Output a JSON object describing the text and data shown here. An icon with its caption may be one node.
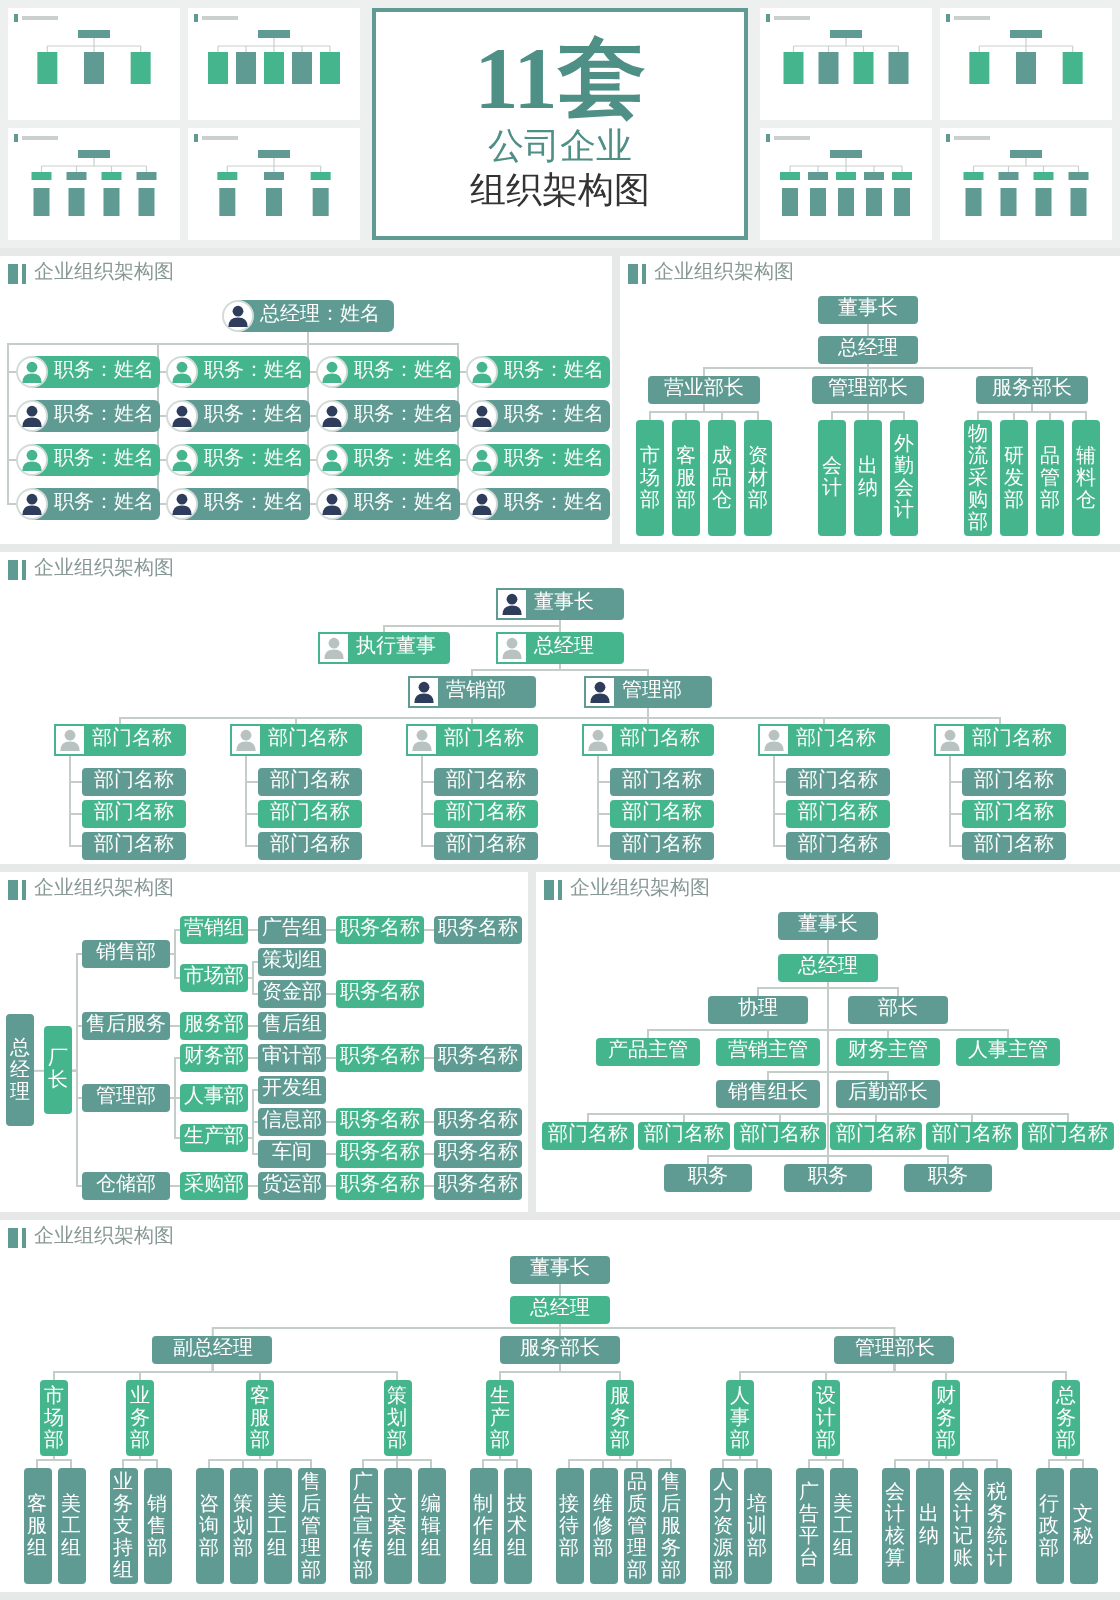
{
  "diagram": {
    "nodes": [
      {
        "text": [
          "11套",
          "公司企业",
          "组织架构图"
        ]
      },
      {
        "text": [
          "企业组织架构图"
        ]
      },
      {
        "text": [
          "总经理：姓名"
        ],
        "in": 1
      },
      {
        "text": [
          "职务：姓名"
        ],
        "in": 1
      },
      {
        "text": [
          "职务：姓名"
        ],
        "in": 1
      },
      {
        "text": [
          "职务：姓名"
        ],
        "in": 1
      },
      {
        "text": [
          "职务：姓名"
        ],
        "in": 1
      },
      {
        "text": [
          "职务：姓名"
        ],
        "in": 1
      },
      {
        "text": [
          "职务：姓名"
        ],
        "in": 1
      },
      {
        "text": [
          "职务：姓名"
        ],
        "in": 1
      },
      {
        "text": [
          "职务：姓名"
        ],
        "in": 1
      },
      {
        "text": [
          "职务：姓名"
        ],
        "in": 1
      },
      {
        "text": [
          "职务：姓名"
        ],
        "in": 1
      },
      {
        "text": [
          "职务：姓名"
        ],
        "in": 1
      },
      {
        "text": [
          "职务：姓名"
        ],
        "in": 1
      },
      {
        "text": [
          "职务：姓名"
        ],
        "in": 1
      },
      {
        "text": [
          "职务：姓名"
        ],
        "in": 1
      },
      {
        "text": [
          "职务：姓名"
        ],
        "in": 1
      },
      {
        "text": [
          "职务：姓名"
        ],
        "in": 1
      },
      {
        "text": [
          "企业组织架构图"
        ]
      },
      {
        "text": [
          "董事长"
        ],
        "in": 19
      },
      {
        "text": [
          "总经理"
        ],
        "in": 19
      },
      {
        "text": [
          "营业部长"
        ],
        "in": 19
      },
      {
        "text": [
          "管理部长"
        ],
        "in": 19
      },
      {
        "text": [
          "服务部长"
        ],
        "in": 19
      },
      {
        "text": [
          "市场部"
        ],
        "in": 19
      },
      {
        "text": [
          "客服部"
        ],
        "in": 19
      },
      {
        "text": [
          "成品仓"
        ],
        "in": 19
      },
      {
        "text": [
          "资材部"
        ],
        "in": 19
      },
      {
        "text": [
          "会计"
        ],
        "in": 19
      },
      {
        "text": [
          "出纳"
        ],
        "in": 19
      },
      {
        "text": [
          "外勤会计"
        ],
        "in": 19
      },
      {
        "text": [
          "物流采购部"
        ],
        "in": 19
      },
      {
        "text": [
          "研发部"
        ],
        "in": 19
      },
      {
        "text": [
          "品管部"
        ],
        "in": 19
      },
      {
        "text": [
          "辅料仓"
        ],
        "in": 19
      },
      {
        "text": [
          "企业组织架构图"
        ]
      },
      {
        "text": [
          "董事长"
        ],
        "in": 36
      },
      {
        "text": [
          "执行董事"
        ],
        "in": 36
      },
      {
        "text": [
          "总经理"
        ],
        "in": 36
      },
      {
        "text": [
          "营销部"
        ],
        "in": 36
      },
      {
        "text": [
          "管理部"
        ],
        "in": 36
      },
      {
        "text": [
          "部门名称"
        ],
        "in": 36
      },
      {
        "text": [
          "部门名称"
        ],
        "in": 36
      },
      {
        "text": [
          "部门名称"
        ],
        "in": 36
      },
      {
        "text": [
          "部门名称"
        ],
        "in": 36
      },
      {
        "text": [
          "部门名称"
        ],
        "in": 36
      },
      {
        "text": [
          "部门名称"
        ],
        "in": 36
      },
      {
        "text": [
          "部门名称"
        ],
        "in": 36
      },
      {
        "text": [
          "部门名称"
        ],
        "in": 36
      },
      {
        "text": [
          "部门名称"
        ],
        "in": 36
      },
      {
        "text": [
          "部门名称"
        ],
        "in": 36
      },
      {
        "text": [
          "部门名称"
        ],
        "in": 36
      },
      {
        "text": [
          "部门名称"
        ],
        "in": 36
      },
      {
        "text": [
          "部门名称"
        ],
        "in": 36
      },
      {
        "text": [
          "部门名称"
        ],
        "in": 36
      },
      {
        "text": [
          "部门名称"
        ],
        "in": 36
      },
      {
        "text": [
          "部门名称"
        ],
        "in": 36
      },
      {
        "text": [
          "部门名称"
        ],
        "in": 36
      },
      {
        "text": [
          "部门名称"
        ],
        "in": 36
      },
      {
        "text": [
          "部门名称"
        ],
        "in": 36
      },
      {
        "text": [
          "部门名称"
        ],
        "in": 36
      },
      {
        "text": [
          "部门名称"
        ],
        "in": 36
      },
      {
        "text": [
          "部门名称"
        ],
        "in": 36
      },
      {
        "text": [
          "部门名称"
        ],
        "in": 36
      },
      {
        "text": [
          "部门名称"
        ],
        "in": 36
      },
      {
        "text": [
          "企业组织架构图"
        ]
      },
      {
        "text": [
          "总经理"
        ],
        "in": 66
      },
      {
        "text": [
          "厂长"
        ],
        "in": 66
      },
      {
        "text": [
          "销售部"
        ],
        "in": 66
      },
      {
        "text": [
          "售后服务"
        ],
        "in": 66
      },
      {
        "text": [
          "管理部"
        ],
        "in": 66
      },
      {
        "text": [
          "仓储部"
        ],
        "in": 66
      },
      {
        "text": [
          "营销组"
        ],
        "in": 66
      },
      {
        "text": [
          "市场部"
        ],
        "in": 66
      },
      {
        "text": [
          "服务部"
        ],
        "in": 66
      },
      {
        "text": [
          "财务部"
        ],
        "in": 66
      },
      {
        "text": [
          "人事部"
        ],
        "in": 66
      },
      {
        "text": [
          "生产部"
        ],
        "in": 66
      },
      {
        "text": [
          "采购部"
        ],
        "in": 66
      },
      {
        "text": [
          "广告组"
        ],
        "in": 66
      },
      {
        "text": [
          "策划组"
        ],
        "in": 66
      },
      {
        "text": [
          "资金部"
        ],
        "in": 66
      },
      {
        "text": [
          "售后组"
        ],
        "in": 66
      },
      {
        "text": [
          "审计部"
        ],
        "in": 66
      },
      {
        "text": [
          "开发组"
        ],
        "in": 66
      },
      {
        "text": [
          "信息部"
        ],
        "in": 66
      },
      {
        "text": [
          "车间"
        ],
        "in": 66
      },
      {
        "text": [
          "货运部"
        ],
        "in": 66
      },
      {
        "text": [
          "职务名称"
        ],
        "in": 66
      },
      {
        "text": [
          "职务名称"
        ],
        "in": 66
      },
      {
        "text": [
          "职务名称"
        ],
        "in": 66
      },
      {
        "text": [
          "职务名称"
        ],
        "in": 66
      },
      {
        "text": [
          "职务名称"
        ],
        "in": 66
      },
      {
        "text": [
          "职务名称"
        ],
        "in": 66
      },
      {
        "text": [
          "职务名称"
        ],
        "in": 66
      },
      {
        "text": [
          "职务名称"
        ],
        "in": 66
      },
      {
        "text": [
          "职务名称"
        ],
        "in": 66
      },
      {
        "text": [
          "职务名称"
        ],
        "in": 66
      },
      {
        "text": [
          "职务名称"
        ],
        "in": 66
      },
      {
        "text": [
          "企业组织架构图"
        ]
      },
      {
        "text": [
          "董事长"
        ],
        "in": 100
      },
      {
        "text": [
          "总经理"
        ],
        "in": 100
      },
      {
        "text": [
          "副总经理"
        ],
        "in": 100
      },
      {
        "text": [
          "服务部长"
        ],
        "in": 100
      },
      {
        "text": [
          "管理部长"
        ],
        "in": 100
      },
      {
        "text": [
          "市场部"
        ],
        "in": 100
      },
      {
        "text": [
          "业务部"
        ],
        "in": 100
      },
      {
        "text": [
          "客服部"
        ],
        "in": 100
      },
      {
        "text": [
          "策划部"
        ],
        "in": 100
      },
      {
        "text": [
          "生产部"
        ],
        "in": 100
      },
      {
        "text": [
          "服务部"
        ],
        "in": 100
      },
      {
        "text": [
          "人事部"
        ],
        "in": 100
      },
      {
        "text": [
          "设计部"
        ],
        "in": 100
      },
      {
        "text": [
          "财务部"
        ],
        "in": 100
      },
      {
        "text": [
          "总务部"
        ],
        "in": 100
      },
      {
        "text": [
          "客服组"
        ],
        "in": 100
      },
      {
        "text": [
          "美工组"
        ],
        "in": 100
      },
      {
        "text": [
          "业务支持组"
        ],
        "in": 100
      },
      {
        "text": [
          "销售部"
        ],
        "in": 100
      },
      {
        "text": [
          "咨询部"
        ],
        "in": 100
      },
      {
        "text": [
          "策划部"
        ],
        "in": 100
      },
      {
        "text": [
          "美工组"
        ],
        "in": 100
      },
      {
        "text": [
          "售后管理部"
        ],
        "in": 100
      },
      {
        "text": [
          "广告宣传部"
        ],
        "in": 100
      },
      {
        "text": [
          "文案组"
        ],
        "in": 100
      },
      {
        "text": [
          "编辑组"
        ],
        "in": 100
      },
      {
        "text": [
          "制作组"
        ],
        "in": 100
      },
      {
        "text": [
          "技术组"
        ],
        "in": 100
      },
      {
        "text": [
          "接待部"
        ],
        "in": 100
      },
      {
        "text": [
          "维修部"
        ],
        "in": 100
      },
      {
        "text": [
          "品质管理部"
        ],
        "in": 100
      },
      {
        "text": [
          "售后服务部"
        ],
        "in": 100
      },
      {
        "text": [
          "人力资源部"
        ],
        "in": 100
      },
      {
        "text": [
          "培训部"
        ],
        "in": 100
      },
      {
        "text": [
          "广告平台"
        ],
        "in": 100
      },
      {
        "text": [
          "美工组"
        ],
        "in": 100
      },
      {
        "text": [
          "会计核算"
        ],
        "in": 100
      },
      {
        "text": [
          "出纳"
        ],
        "in": 100
      },
      {
        "text": [
          "会计记账"
        ],
        "in": 100
      },
      {
        "text": [
          "税务统计"
        ],
        "in": 100
      },
      {
        "text": [
          "行政部"
        ],
        "in": 100
      },
      {
        "text": [
          "文秘"
        ],
        "in": 100
      },
      {
        "text": [
          "企业组织架构图"
        ]
      },
      {
        "text": [
          "董事长"
        ],
        "in": 143
      },
      {
        "text": [
          "总经理"
        ],
        "in": 143
      },
      {
        "text": [
          "协理"
        ],
        "in": 143
      },
      {
        "text": [
          "部长"
        ],
        "in": 143
      },
      {
        "text": [
          "产品主管"
        ],
        "in": 143
      },
      {
        "text": [
          "营销主管"
        ],
        "in": 143
      },
      {
        "text": [
          "财务主管"
        ],
        "in": 143
      },
      {
        "text": [
          "人事主管"
        ],
        "in": 143
      },
      {
        "text": [
          "销售组长"
        ],
        "in": 143
      },
      {
        "text": [
          "后勤部长"
        ],
        "in": 143
      },
      {
        "text": [
          "部门名称"
        ],
        "in": 143
      },
      {
        "text": [
          "部门名称"
        ],
        "in": 143
      },
      {
        "text": [
          "部门名称"
        ],
        "in": 143
      },
      {
        "text": [
          "部门名称"
        ],
        "in": 143
      },
      {
        "text": [
          "部门名称"
        ],
        "in": 143
      },
      {
        "text": [
          "部门名称"
        ],
        "in": 143
      },
      {
        "text": [
          "职务"
        ],
        "in": 143
      },
      {
        "text": [
          "职务"
        ],
        "in": 143
      },
      {
        "text": [
          "职务"
        ],
        "in": 143
      }
    ],
    "edges": [
      {
        "from": 2,
        "to": 3,
        "arrow": "none"
      },
      {
        "from": 2,
        "to": 4,
        "arrow": "none"
      },
      {
        "from": 2,
        "to": 5,
        "arrow": "none"
      },
      {
        "from": 2,
        "to": 6,
        "arrow": "none"
      },
      {
        "from": 2,
        "to": 7,
        "arrow": "none"
      },
      {
        "from": 2,
        "to": 8,
        "arrow": "none"
      },
      {
        "from": 2,
        "to": 9,
        "arrow": "none"
      },
      {
        "from": 2,
        "to": 10,
        "arrow": "none"
      },
      {
        "from": 2,
        "to": 11,
        "arrow": "none"
      },
      {
        "from": 2,
        "to": 12,
        "arrow": "none"
      },
      {
        "from": 2,
        "to": 13,
        "arrow": "none"
      },
      {
        "from": 2,
        "to": 14,
        "arrow": "none"
      },
      {
        "from": 2,
        "to": 15,
        "arrow": "none"
      },
      {
        "from": 2,
        "to": 16,
        "arrow": "none"
      },
      {
        "from": 2,
        "to": 17,
        "arrow": "none"
      },
      {
        "from": 2,
        "to": 18,
        "arrow": "none"
      },
      {
        "from": 20,
        "to": 21,
        "arrow": "none"
      },
      {
        "from": 21,
        "to": 22,
        "arrow": "none"
      },
      {
        "from": 21,
        "to": 23,
        "arrow": "none"
      },
      {
        "from": 21,
        "to": 24,
        "arrow": "none"
      },
      {
        "from": 22,
        "to": 25,
        "arrow": "none"
      },
      {
        "from": 22,
        "to": 26,
        "arrow": "none"
      },
      {
        "from": 22,
        "to": 27,
        "arrow": "none"
      },
      {
        "from": 22,
        "to": 28,
        "arrow": "none"
      },
      {
        "from": 23,
        "to": 29,
        "arrow": "none"
      },
      {
        "from": 23,
        "to": 30,
        "arrow": "none"
      },
      {
        "from": 23,
        "to": 31,
        "arrow": "none"
      },
      {
        "from": 24,
        "to": 32,
        "arrow": "none"
      },
      {
        "from": 24,
        "to": 33,
        "arrow": "none"
      },
      {
        "from": 24,
        "to": 34,
        "arrow": "none"
      },
      {
        "from": 24,
        "to": 35,
        "arrow": "none"
      },
      {
        "from": 37,
        "to": 38,
        "arrow": "none"
      },
      {
        "from": 37,
        "to": 39,
        "arrow": "none"
      },
      {
        "from": 39,
        "to": 40,
        "arrow": "none"
      },
      {
        "from": 39,
        "to": 41,
        "arrow": "none"
      },
      {
        "from": 41,
        "to": 42,
        "arrow": "none"
      },
      {
        "from": 41,
        "to": 43,
        "arrow": "none"
      },
      {
        "from": 41,
        "to": 44,
        "arrow": "none"
      },
      {
        "from": 41,
        "to": 45,
        "arrow": "none"
      },
      {
        "from": 41,
        "to": 46,
        "arrow": "none"
      },
      {
        "from": 41,
        "to": 47,
        "arrow": "none"
      },
      {
        "from": 42,
        "to": 48,
        "arrow": "none"
      },
      {
        "from": 42,
        "to": 54,
        "arrow": "none"
      },
      {
        "from": 42,
        "to": 60,
        "arrow": "none"
      },
      {
        "from": 43,
        "to": 49,
        "arrow": "none"
      },
      {
        "from": 43,
        "to": 55,
        "arrow": "none"
      },
      {
        "from": 43,
        "to": 61,
        "arrow": "none"
      },
      {
        "from": 44,
        "to": 50,
        "arrow": "none"
      },
      {
        "from": 44,
        "to": 56,
        "arrow": "none"
      },
      {
        "from": 44,
        "to": 62,
        "arrow": "none"
      },
      {
        "from": 45,
        "to": 51,
        "arrow": "none"
      },
      {
        "from": 45,
        "to": 57,
        "arrow": "none"
      },
      {
        "from": 45,
        "to": 63,
        "arrow": "none"
      },
      {
        "from": 46,
        "to": 52,
        "arrow": "none"
      },
      {
        "from": 46,
        "to": 58,
        "arrow": "none"
      },
      {
        "from": 46,
        "to": 64,
        "arrow": "none"
      },
      {
        "from": 47,
        "to": 53,
        "arrow": "none"
      },
      {
        "from": 47,
        "to": 59,
        "arrow": "none"
      },
      {
        "from": 47,
        "to": 65,
        "arrow": "none"
      },
      {
        "from": 67,
        "to": 68,
        "arrow": "none"
      },
      {
        "from": 68,
        "to": 69,
        "arrow": "none"
      },
      {
        "from": 68,
        "to": 70,
        "arrow": "none"
      },
      {
        "from": 68,
        "to": 71,
        "arrow": "none"
      },
      {
        "from": 68,
        "to": 72,
        "arrow": "none"
      },
      {
        "from": 69,
        "to": 73,
        "arrow": "none"
      },
      {
        "from": 69,
        "to": 74,
        "arrow": "none"
      },
      {
        "from": 70,
        "to": 75,
        "arrow": "none"
      },
      {
        "from": 71,
        "to": 76,
        "arrow": "none"
      },
      {
        "from": 71,
        "to": 77,
        "arrow": "none"
      },
      {
        "from": 71,
        "to": 78,
        "arrow": "none"
      },
      {
        "from": 72,
        "to": 79,
        "arrow": "none"
      },
      {
        "from": 73,
        "to": 80,
        "arrow": "none"
      },
      {
        "from": 74,
        "to": 81,
        "arrow": "none"
      },
      {
        "from": 74,
        "to": 82,
        "arrow": "none"
      },
      {
        "from": 75,
        "to": 83,
        "arrow": "none"
      },
      {
        "from": 76,
        "to": 84,
        "arrow": "none"
      },
      {
        "from": 78,
        "to": 85,
        "arrow": "none"
      },
      {
        "from": 78,
        "to": 86,
        "arrow": "none"
      },
      {
        "from": 78,
        "to": 87,
        "arrow": "none"
      },
      {
        "from": 79,
        "to": 88,
        "arrow": "none"
      },
      {
        "from": 80,
        "to": 89,
        "arrow": "none"
      },
      {
        "from": 82,
        "to": 90,
        "arrow": "none"
      },
      {
        "from": 84,
        "to": 91,
        "arrow": "none"
      },
      {
        "from": 86,
        "to": 92,
        "arrow": "none"
      },
      {
        "from": 87,
        "to": 93,
        "arrow": "none"
      },
      {
        "from": 88,
        "to": 94,
        "arrow": "none"
      },
      {
        "from": 89,
        "to": 95,
        "arrow": "none"
      },
      {
        "from": 91,
        "to": 96,
        "arrow": "none"
      },
      {
        "from": 92,
        "to": 97,
        "arrow": "none"
      },
      {
        "from": 93,
        "to": 98,
        "arrow": "none"
      },
      {
        "from": 94,
        "to": 99,
        "arrow": "none"
      },
      {
        "from": 101,
        "to": 102,
        "arrow": "none"
      },
      {
        "from": 102,
        "to": 103,
        "arrow": "none"
      },
      {
        "from": 102,
        "to": 104,
        "arrow": "none"
      },
      {
        "from": 102,
        "to": 105,
        "arrow": "none"
      },
      {
        "from": 103,
        "to": 106,
        "arrow": "none"
      },
      {
        "from": 103,
        "to": 107,
        "arrow": "none"
      },
      {
        "from": 103,
        "to": 108,
        "arrow": "none"
      },
      {
        "from": 103,
        "to": 109,
        "arrow": "none"
      },
      {
        "from": 104,
        "to": 110,
        "arrow": "none"
      },
      {
        "from": 104,
        "to": 111,
        "arrow": "none"
      },
      {
        "from": 105,
        "to": 112,
        "arrow": "none"
      },
      {
        "from": 105,
        "to": 113,
        "arrow": "none"
      },
      {
        "from": 105,
        "to": 114,
        "arrow": "none"
      },
      {
        "from": 105,
        "to": 115,
        "arrow": "none"
      },
      {
        "from": 106,
        "to": 116,
        "arrow": "none"
      },
      {
        "from": 106,
        "to": 117,
        "arrow": "none"
      },
      {
        "from": 107,
        "to": 118,
        "arrow": "none"
      },
      {
        "from": 107,
        "to": 119,
        "arrow": "none"
      },
      {
        "from": 108,
        "to": 120,
        "arrow": "none"
      },
      {
        "from": 108,
        "to": 121,
        "arrow": "none"
      },
      {
        "from": 108,
        "to": 122,
        "arrow": "none"
      },
      {
        "from": 108,
        "to": 123,
        "arrow": "none"
      },
      {
        "from": 109,
        "to": 124,
        "arrow": "none"
      },
      {
        "from": 109,
        "to": 125,
        "arrow": "none"
      },
      {
        "from": 109,
        "to": 126,
        "arrow": "none"
      },
      {
        "from": 110,
        "to": 127,
        "arrow": "none"
      },
      {
        "from": 110,
        "to": 128,
        "arrow": "none"
      },
      {
        "from": 111,
        "to": 129,
        "arrow": "none"
      },
      {
        "from": 111,
        "to": 130,
        "arrow": "none"
      },
      {
        "from": 111,
        "to": 131,
        "arrow": "none"
      },
      {
        "from": 111,
        "to": 132,
        "arrow": "none"
      },
      {
        "from": 112,
        "to": 133,
        "arrow": "none"
      },
      {
        "from": 112,
        "to": 134,
        "arrow": "none"
      },
      {
        "from": 113,
        "to": 135,
        "arrow": "none"
      },
      {
        "from": 113,
        "to": 136,
        "arrow": "none"
      },
      {
        "from": 114,
        "to": 137,
        "arrow": "none"
      },
      {
        "from": 114,
        "to": 138,
        "arrow": "none"
      },
      {
        "from": 114,
        "to": 139,
        "arrow": "none"
      },
      {
        "from": 114,
        "to": 140,
        "arrow": "none"
      },
      {
        "from": 115,
        "to": 141,
        "arrow": "none"
      },
      {
        "from": 115,
        "to": 142,
        "arrow": "none"
      },
      {
        "from": 144,
        "to": 145,
        "arrow": "none"
      },
      {
        "from": 145,
        "to": 146,
        "arrow": "none"
      },
      {
        "from": 145,
        "to": 147,
        "arrow": "none"
      },
      {
        "from": 145,
        "to": 148,
        "arrow": "none"
      },
      {
        "from": 145,
        "to": 149,
        "arrow": "none"
      },
      {
        "from": 145,
        "to": 150,
        "arrow": "none"
      },
      {
        "from": 145,
        "to": 151,
        "arrow": "none"
      },
      {
        "from": 145,
        "to": 152,
        "arrow": "none"
      },
      {
        "from": 145,
        "to": 153,
        "arrow": "none"
      },
      {
        "from": 145,
        "to": 154,
        "arrow": "none"
      },
      {
        "from": 145,
        "to": 155,
        "arrow": "none"
      },
      {
        "from": 145,
        "to": 156,
        "arrow": "none"
      },
      {
        "from": 145,
        "to": 157,
        "arrow": "none"
      },
      {
        "from": 145,
        "to": 158,
        "arrow": "none"
      },
      {
        "from": 145,
        "to": 159,
        "arrow": "none"
      },
      {
        "from": 145,
        "to": 160,
        "arrow": "none"
      },
      {
        "from": 145,
        "to": 161,
        "arrow": "none"
      },
      {
        "from": 145,
        "to": 162,
        "arrow": "none"
      }
    ]
  }
}
